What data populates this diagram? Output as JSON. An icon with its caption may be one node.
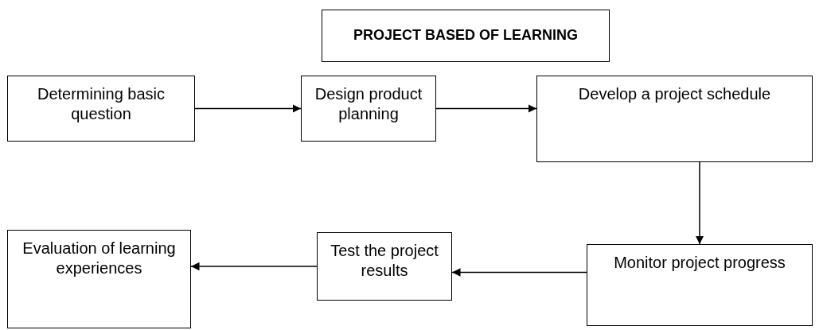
{
  "diagram": {
    "nodes": [
      {
        "text": [
          "PROJECT BASED OF LEARNING"
        ]
      },
      {
        "text": [
          "Determining basic question"
        ]
      },
      {
        "text": [
          "Design product planning"
        ]
      },
      {
        "text": [
          "Develop a project schedule"
        ]
      },
      {
        "text": [
          "Evaluation of learning experiences"
        ]
      },
      {
        "text": [
          "Test the project results"
        ]
      },
      {
        "text": [
          "Monitor project progress"
        ]
      }
    ],
    "edges": [
      {
        "from": 1,
        "to": 2,
        "arrow": "to"
      },
      {
        "from": 2,
        "to": 3,
        "arrow": "to"
      },
      {
        "from": 3,
        "to": 6,
        "arrow": "to"
      },
      {
        "from": 6,
        "to": 5,
        "arrow": "to"
      },
      {
        "from": 5,
        "to": 4,
        "arrow": "to"
      }
    ]
  }
}
